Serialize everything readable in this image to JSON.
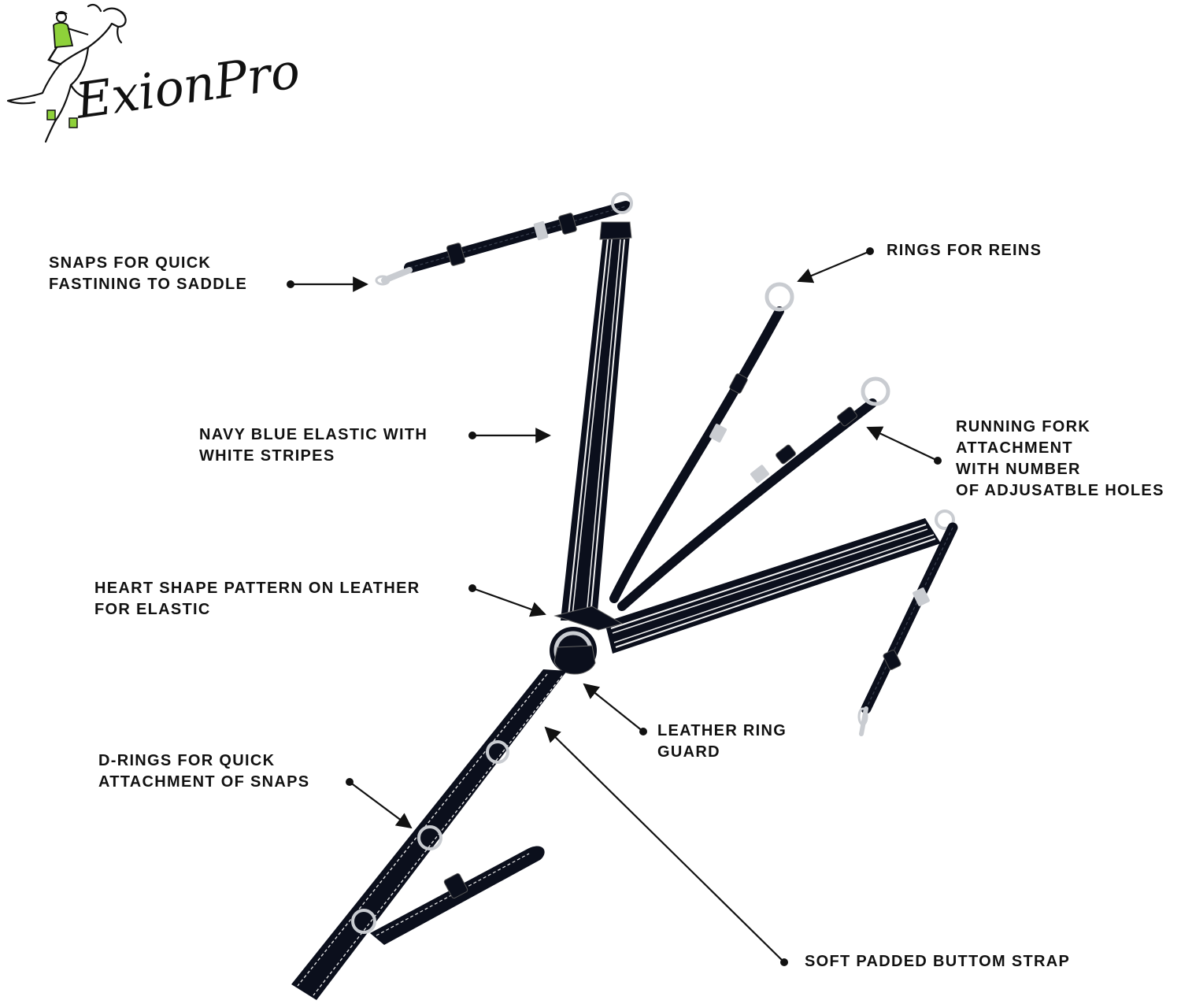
{
  "brand": {
    "name": "ExionPro",
    "accent_color": "#8ed13a",
    "ink_color": "#111111"
  },
  "product": {
    "strap_color": "#0b0f1c",
    "elastic_stripe_color": "#f2f2f2",
    "hardware_color": "#c9ccd1"
  },
  "callouts": [
    {
      "id": "snaps",
      "lines": [
        "SNAPS FOR QUICK",
        "FASTINING TO SADDLE"
      ]
    },
    {
      "id": "rings",
      "lines": [
        "RINGS FOR REINS"
      ]
    },
    {
      "id": "elastic",
      "lines": [
        "NAVY BLUE ELASTIC WITH",
        "WHITE STRIPES"
      ]
    },
    {
      "id": "fork",
      "lines": [
        "RUNNING FORK",
        "ATTACHMENT",
        "WITH NUMBER",
        "OF ADJUSATBLE HOLES"
      ]
    },
    {
      "id": "heart",
      "lines": [
        "HEART SHAPE PATTERN ON LEATHER",
        "FOR ELASTIC"
      ]
    },
    {
      "id": "guard",
      "lines": [
        "LEATHER RING",
        "GUARD"
      ]
    },
    {
      "id": "drings",
      "lines": [
        "D-RINGS FOR QUICK",
        "ATTACHMENT OF SNAPS"
      ]
    },
    {
      "id": "bottom",
      "lines": [
        "SOFT PADDED BUTTOM STRAP"
      ]
    }
  ]
}
